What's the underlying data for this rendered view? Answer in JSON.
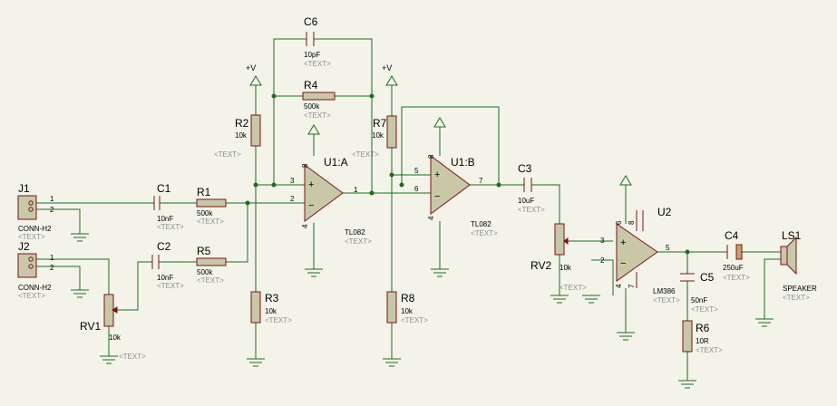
{
  "colors": {
    "background": "#f3f3e9",
    "wire": "#1e6e1e",
    "component": "#7a1414",
    "fill": "#c8c8a8",
    "placeholder": "#8c8c8c"
  },
  "placeholder_text": "<TEXT>",
  "power_label": "+V",
  "components": {
    "J1": {
      "ref": "J1",
      "value": "CONN-H2",
      "pins": [
        "1",
        "2"
      ]
    },
    "J2": {
      "ref": "J2",
      "value": "CONN-H2",
      "pins": [
        "1",
        "2"
      ]
    },
    "C1": {
      "ref": "C1",
      "value": "10nF"
    },
    "C2": {
      "ref": "C2",
      "value": "10nF"
    },
    "R1": {
      "ref": "R1",
      "value": "500k"
    },
    "R5": {
      "ref": "R5",
      "value": "500k"
    },
    "RV1": {
      "ref": "RV1",
      "value": "10k"
    },
    "R2": {
      "ref": "R2",
      "value": "10k"
    },
    "R3": {
      "ref": "R3",
      "value": "10k"
    },
    "C6": {
      "ref": "C6",
      "value": "10pF"
    },
    "R4": {
      "ref": "R4",
      "value": "500k"
    },
    "U1A": {
      "ref": "U1:A",
      "value": "TL082",
      "pins": [
        "3",
        "2",
        "8",
        "4",
        "1"
      ]
    },
    "R7": {
      "ref": "R7",
      "value": "10k"
    },
    "R8": {
      "ref": "R8",
      "value": "10k"
    },
    "U1B": {
      "ref": "U1:B",
      "value": "TL082",
      "pins": [
        "5",
        "6",
        "8",
        "4",
        "7"
      ]
    },
    "C3": {
      "ref": "C3",
      "value": "10uF"
    },
    "RV2": {
      "ref": "RV2",
      "value": "10k"
    },
    "U2": {
      "ref": "U2",
      "value": "LM386",
      "pins": [
        "3",
        "2",
        "6",
        "8",
        "4",
        "7",
        "5"
      ]
    },
    "C5": {
      "ref": "C5",
      "value": "50nF"
    },
    "R6": {
      "ref": "R6",
      "value": "10R"
    },
    "C4": {
      "ref": "C4",
      "value": "250uF"
    },
    "LS1": {
      "ref": "LS1",
      "value": "SPEAKER"
    }
  }
}
